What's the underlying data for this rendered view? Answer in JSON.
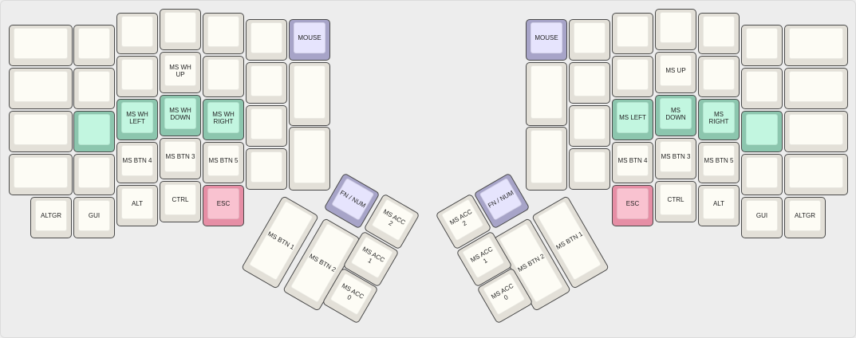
{
  "layer_name": "MOUSE",
  "keys": [
    {
      "name": "left-r0c0",
      "label": "",
      "color": "default"
    },
    {
      "name": "left-r0c1",
      "label": "",
      "color": "default"
    },
    {
      "name": "left-r0c2",
      "label": "",
      "color": "default"
    },
    {
      "name": "left-r0c3",
      "label": "",
      "color": "default"
    },
    {
      "name": "left-r0c4",
      "label": "",
      "color": "default"
    },
    {
      "name": "left-r0c5",
      "label": "",
      "color": "default"
    },
    {
      "name": "left-r0c6",
      "label": "MOUSE",
      "color": "purple"
    },
    {
      "name": "left-r1c0",
      "label": "",
      "color": "default"
    },
    {
      "name": "left-r1c1",
      "label": "",
      "color": "default"
    },
    {
      "name": "left-r1c2",
      "label": "",
      "color": "default"
    },
    {
      "name": "left-r1c3",
      "label": "MS WH\nUP",
      "color": "default"
    },
    {
      "name": "left-r1c4",
      "label": "",
      "color": "default"
    },
    {
      "name": "left-r1c5",
      "label": "",
      "color": "default"
    },
    {
      "name": "left-r1c6",
      "label": "",
      "color": "default"
    },
    {
      "name": "left-r2c0",
      "label": "",
      "color": "default"
    },
    {
      "name": "left-r2c1",
      "label": "",
      "color": "green"
    },
    {
      "name": "left-r2c2",
      "label": "MS WH\nLEFT",
      "color": "green"
    },
    {
      "name": "left-r2c3",
      "label": "MS WH\nDOWN",
      "color": "green"
    },
    {
      "name": "left-r2c4",
      "label": "MS WH\nRIGHT",
      "color": "green"
    },
    {
      "name": "left-r2c5",
      "label": "",
      "color": "default"
    },
    {
      "name": "left-r2c6",
      "label": "",
      "color": "default"
    },
    {
      "name": "left-r3c0",
      "label": "",
      "color": "default"
    },
    {
      "name": "left-r3c1",
      "label": "",
      "color": "default"
    },
    {
      "name": "left-r3c2",
      "label": "MS BTN 4",
      "color": "default"
    },
    {
      "name": "left-r3c3",
      "label": "MS BTN 3",
      "color": "default"
    },
    {
      "name": "left-r3c4",
      "label": "MS BTN 5",
      "color": "default"
    },
    {
      "name": "left-r3c5",
      "label": "",
      "color": "default"
    },
    {
      "name": "left-r4c0",
      "label": "ALTGR",
      "color": "default"
    },
    {
      "name": "left-r4c1",
      "label": "GUI",
      "color": "default"
    },
    {
      "name": "left-r4c2",
      "label": "ALT",
      "color": "default"
    },
    {
      "name": "left-r4c3",
      "label": "CTRL",
      "color": "default"
    },
    {
      "name": "left-r4c4",
      "label": "ESC",
      "color": "red"
    },
    {
      "name": "left-thumb-fn-num",
      "label": "FN / NUM",
      "color": "purple"
    },
    {
      "name": "left-thumb-ms-acc-2",
      "label": "MS ACC\n2",
      "color": "default"
    },
    {
      "name": "left-thumb-ms-btn-1",
      "label": "MS BTN 1",
      "color": "default"
    },
    {
      "name": "left-thumb-ms-btn-2",
      "label": "MS BTN 2",
      "color": "default"
    },
    {
      "name": "left-thumb-ms-acc-1",
      "label": "MS ACC\n1",
      "color": "default"
    },
    {
      "name": "left-thumb-ms-acc-0",
      "label": "MS ACC\n0",
      "color": "default"
    },
    {
      "name": "right-r0c0",
      "label": "MOUSE",
      "color": "purple"
    },
    {
      "name": "right-r0c1",
      "label": "",
      "color": "default"
    },
    {
      "name": "right-r0c2",
      "label": "",
      "color": "default"
    },
    {
      "name": "right-r0c3",
      "label": "",
      "color": "default"
    },
    {
      "name": "right-r0c4",
      "label": "",
      "color": "default"
    },
    {
      "name": "right-r0c5",
      "label": "",
      "color": "default"
    },
    {
      "name": "right-r0c6",
      "label": "",
      "color": "default"
    },
    {
      "name": "right-r1c0",
      "label": "",
      "color": "default"
    },
    {
      "name": "right-r1c1",
      "label": "",
      "color": "default"
    },
    {
      "name": "right-r1c2",
      "label": "",
      "color": "default"
    },
    {
      "name": "right-r1c3",
      "label": "MS UP",
      "color": "default"
    },
    {
      "name": "right-r1c4",
      "label": "",
      "color": "default"
    },
    {
      "name": "right-r1c5",
      "label": "",
      "color": "default"
    },
    {
      "name": "right-r1c6",
      "label": "",
      "color": "default"
    },
    {
      "name": "right-r2c0",
      "label": "",
      "color": "default"
    },
    {
      "name": "right-r2c1",
      "label": "",
      "color": "default"
    },
    {
      "name": "right-r2c2",
      "label": "MS LEFT",
      "color": "green"
    },
    {
      "name": "right-r2c3",
      "label": "MS\nDOWN",
      "color": "green"
    },
    {
      "name": "right-r2c4",
      "label": "MS\nRIGHT",
      "color": "green"
    },
    {
      "name": "right-r2c5",
      "label": "",
      "color": "green"
    },
    {
      "name": "right-r2c6",
      "label": "",
      "color": "default"
    },
    {
      "name": "right-r3c1",
      "label": "",
      "color": "default"
    },
    {
      "name": "right-r3c2",
      "label": "MS BTN 4",
      "color": "default"
    },
    {
      "name": "right-r3c3",
      "label": "MS BTN 3",
      "color": "default"
    },
    {
      "name": "right-r3c4",
      "label": "MS BTN 5",
      "color": "default"
    },
    {
      "name": "right-r3c5",
      "label": "",
      "color": "default"
    },
    {
      "name": "right-r3c6",
      "label": "",
      "color": "default"
    },
    {
      "name": "right-r4c2",
      "label": "ESC",
      "color": "red"
    },
    {
      "name": "right-r4c3",
      "label": "CTRL",
      "color": "default"
    },
    {
      "name": "right-r4c4",
      "label": "ALT",
      "color": "default"
    },
    {
      "name": "right-r4c5",
      "label": "GUI",
      "color": "default"
    },
    {
      "name": "right-r4c6",
      "label": "ALTGR",
      "color": "default"
    },
    {
      "name": "right-thumb-fn-num",
      "label": "FN / NUM",
      "color": "purple"
    },
    {
      "name": "right-thumb-ms-acc-2",
      "label": "MS ACC\n2",
      "color": "default"
    },
    {
      "name": "right-thumb-ms-btn-1",
      "label": "MS BTN 1",
      "color": "default"
    },
    {
      "name": "right-thumb-ms-btn-2",
      "label": "MS BTN 2",
      "color": "default"
    },
    {
      "name": "right-thumb-ms-acc-1",
      "label": "MS ACC\n1",
      "color": "default"
    },
    {
      "name": "right-thumb-ms-acc-0",
      "label": "MS ACC\n0",
      "color": "default"
    }
  ]
}
